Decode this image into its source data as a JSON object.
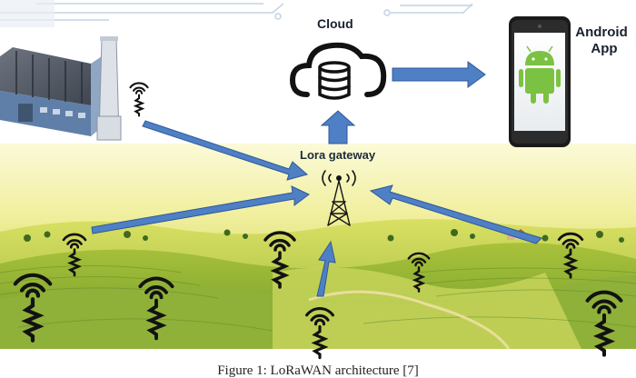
{
  "labels": {
    "cloud": "Cloud",
    "gateway": "Lora gateway",
    "app_line1": "Android",
    "app_line2": "App"
  },
  "caption": "Figure 1: LoRaWAN architecture [7]",
  "colors": {
    "arrow": "#4f7fc4",
    "arrow_stroke": "#2f5a98",
    "sky_top": "#ffffff",
    "field_light": "#f4f2b4",
    "field_mid": "#c4d25a",
    "field_dark": "#6f9a2e",
    "android_green": "#7cc242",
    "icon_dark": "#121212"
  },
  "icons": [
    "factory-icon",
    "cloud-database-icon",
    "android-phone-icon",
    "gateway-tower-icon",
    "sensor-icon"
  ]
}
